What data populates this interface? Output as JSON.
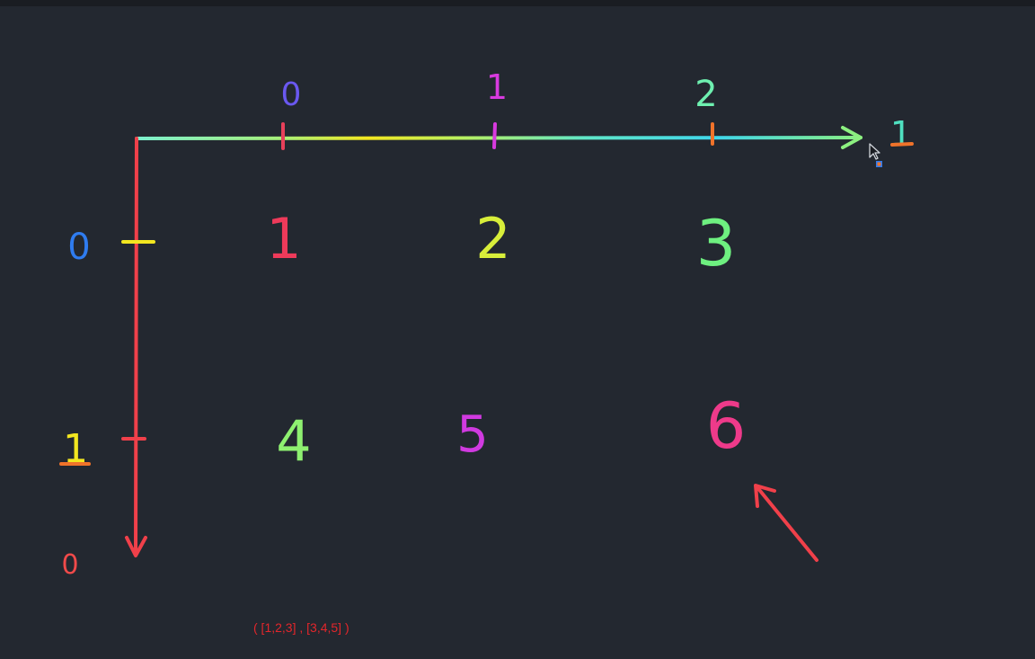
{
  "diagram": {
    "column_axis": {
      "end_label": "1",
      "ticks": [
        "0",
        "1",
        "2"
      ]
    },
    "row_axis": {
      "end_label": "0",
      "ticks": [
        "0",
        "1"
      ]
    },
    "grid": [
      [
        "1",
        "2",
        "3"
      ],
      [
        "4",
        "5",
        "6"
      ]
    ],
    "caption": "( [1,2,3] , [3,4,5] )",
    "colors": {
      "background": "#232830",
      "row_axis": "#f0404a",
      "column_axis_start": "#6ef0a0",
      "column_axis_mid": "#f2e620",
      "arrow": "#f0404a"
    }
  }
}
